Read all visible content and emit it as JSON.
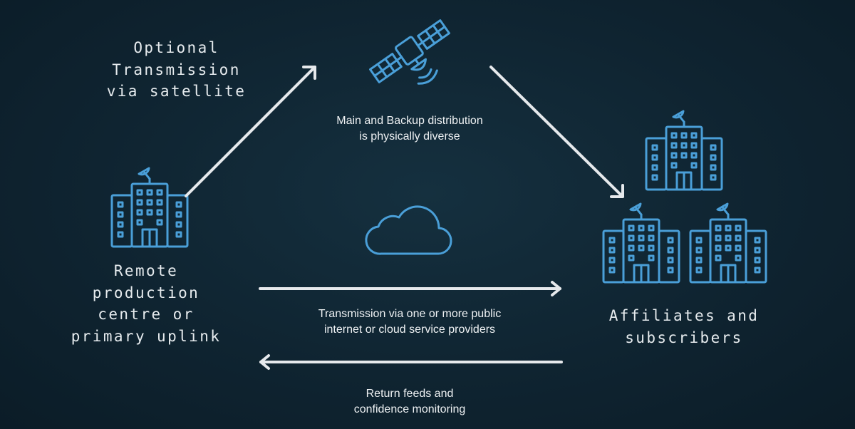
{
  "labels": {
    "optional_satellite": "Optional\nTransmission\nvia satellite",
    "main_backup": "Main and Backup distribution\nis physically diverse",
    "remote_production": "Remote\nproduction\ncentre or\nprimary uplink",
    "affiliates": "Affiliates and\nsubscribers",
    "internet_transmission": "Transmission via one or more public\ninternet or cloud service providers",
    "return_feeds": "Return feeds and\nconfidence monitoring"
  },
  "colors": {
    "background": "#0f2230",
    "icon": "#4a9fd8",
    "arrow": "#e6e9ec",
    "text": "#e6ebee"
  },
  "icons": {
    "satellite": "satellite-icon",
    "cloud": "cloud-icon",
    "building": "building-with-dish-icon"
  }
}
